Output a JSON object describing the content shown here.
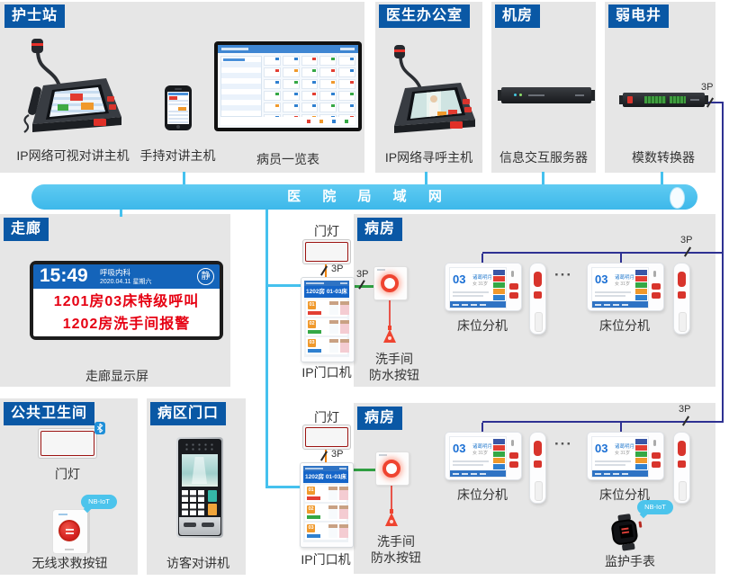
{
  "labels": {
    "nurse_station": "护士站",
    "doctor_office": "医生办公室",
    "machine_room": "机房",
    "shaft": "弱电井",
    "corridor": "走廊",
    "ward1": "病房",
    "ward2": "病房",
    "restroom": "公共卫生间",
    "entrance": "病区门口"
  },
  "lan": {
    "label": "医 院 局 域 网"
  },
  "wire_label": "3P",
  "ellipsis": "···",
  "badges": {
    "nbiot": "NB-IoT",
    "bluetooth": "bluetooth"
  },
  "devices": {
    "visual_intercom": "IP网络可视对讲主机",
    "handheld": "手持对讲主机",
    "patient_board": "病员一览表",
    "paging_host": "IP网络寻呼主机",
    "server": "信息交互服务器",
    "adc": "模数转换器",
    "corridor_display": "走廊显示屏",
    "door_light": "门灯",
    "door_station": "IP门口机",
    "bath_button_line1": "洗手间",
    "bath_button_line2": "防水按钮",
    "bed_unit": "床位分机",
    "sos_button": "无线求救按钮",
    "visitor_intercom": "访客对讲机",
    "watch": "监护手表"
  },
  "corridor_screen": {
    "time": "15:49",
    "department": "呼吸内科",
    "date": "2020.04.11 星期六",
    "mute": "静",
    "alert1": "1201房03床特级呼叫",
    "alert2": "1202房洗手间报警"
  },
  "door_screen": {
    "title": "1202房 01-03床",
    "rows": [
      {
        "num": "01"
      },
      {
        "num": "02"
      },
      {
        "num": "03"
      }
    ]
  },
  "bed_screen": {
    "bed": "03",
    "name": "诸葛明月",
    "info": "女 31岁"
  },
  "palette": {
    "section_label_blue": "#0a58a5",
    "lan_bar": "#45c1ee",
    "wire_cyan": "#45c1ee",
    "wire_navy": "#2e3192",
    "wire_green": "#2f9e41",
    "wire_orange": "#f0830a",
    "alarm_red": "#e60012",
    "light_red": "#c9201d"
  }
}
